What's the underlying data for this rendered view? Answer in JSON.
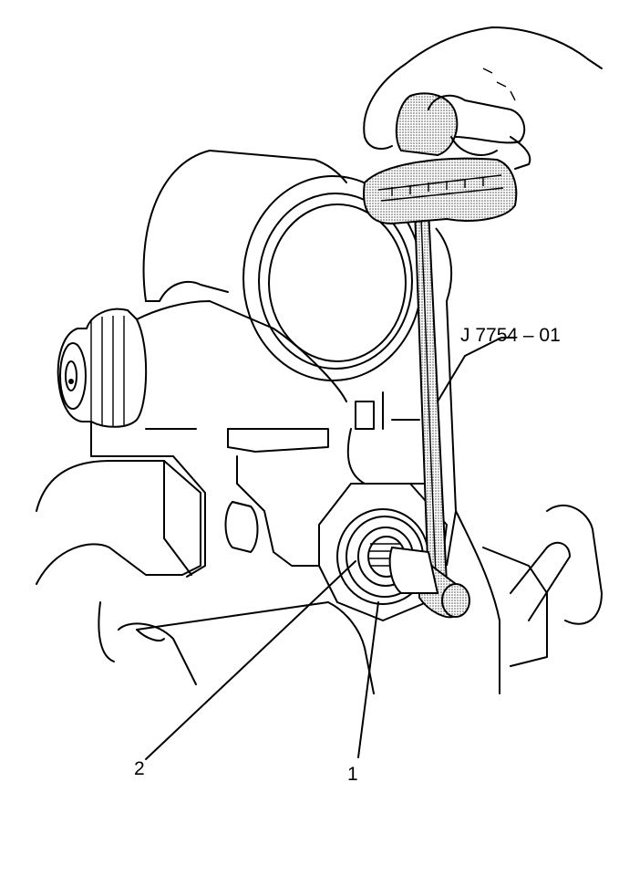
{
  "labels": {
    "tool": "J 7754 – 01",
    "callout_2": "2",
    "callout_1": "1"
  },
  "colors": {
    "line": "#000000",
    "background": "#ffffff",
    "stipple": "#8a8a8a"
  },
  "icons": {
    "hand": "hand-icon",
    "torque_wrench": "torque-wrench-icon"
  }
}
